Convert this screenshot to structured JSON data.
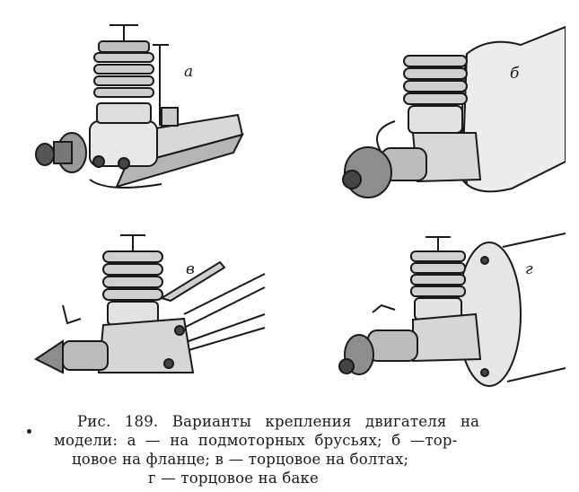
{
  "figures": [
    {
      "letter": "а"
    },
    {
      "letter": "б"
    },
    {
      "letter": "в"
    },
    {
      "letter": "г"
    }
  ],
  "caption": {
    "line1": "Рис. 189. Варианты крепления двигателя на",
    "line2": "модели: а — на подмоторных брусьях; б —тор-",
    "line3": "цовое на фланце; в — торцовое на болтах;",
    "line4": "г — торцовое на баке"
  }
}
